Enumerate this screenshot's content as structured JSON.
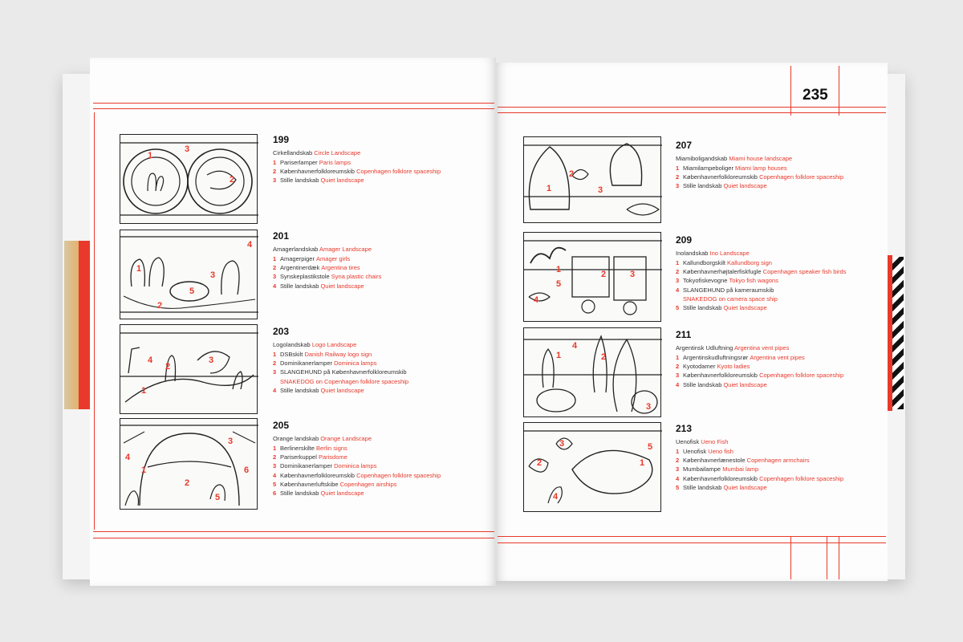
{
  "page_number": "235",
  "entries": [
    {
      "number": "199",
      "title_da": "Cirkellandskab",
      "title_en": "Circle Landscape",
      "items": [
        {
          "n": "1",
          "da": "Pariserlamper",
          "en": "Paris lamps"
        },
        {
          "n": "2",
          "da": "Københavnerfolkloreumskib",
          "en": "Copenhagen folklore spaceship"
        },
        {
          "n": "3",
          "da": "Stille landskab",
          "en": "Quiet landscape"
        }
      ],
      "labels": [
        "1",
        "2",
        "3"
      ]
    },
    {
      "number": "201",
      "title_da": "Amagerlandskab",
      "title_en": "Amager Landscape",
      "items": [
        {
          "n": "1",
          "da": "Amagerpiger",
          "en": "Amager girls"
        },
        {
          "n": "2",
          "da": "Argentinerdæk",
          "en": "Argentina tires"
        },
        {
          "n": "3",
          "da": "Synskeplastikstole",
          "en": "Syna plastic chairs"
        },
        {
          "n": "4",
          "da": "Stille landskab",
          "en": "Quiet landscape"
        }
      ],
      "labels": [
        "1",
        "2",
        "3",
        "4",
        "5"
      ]
    },
    {
      "number": "203",
      "title_da": "Logolandskab",
      "title_en": "Logo Landscape",
      "items": [
        {
          "n": "1",
          "da": "DSBskilt",
          "en": "Danish Railway logo sign"
        },
        {
          "n": "2",
          "da": "Dominikanerlamper",
          "en": "Dominica lamps"
        },
        {
          "n": "3",
          "da": "SLANGEHUND på Københavnerfolkloreumskib",
          "en": ""
        },
        {
          "n": "",
          "da": "",
          "en": "SNAKEDOG on Copenhagen folklore spaceship"
        },
        {
          "n": "4",
          "da": "Stille landskab",
          "en": "Quiet landscape"
        }
      ],
      "labels": [
        "1",
        "2",
        "3",
        "4"
      ]
    },
    {
      "number": "205",
      "title_da": "Orange landskab",
      "title_en": "Orange Landscape",
      "items": [
        {
          "n": "1",
          "da": "Berlinerskilte",
          "en": "Berlin signs"
        },
        {
          "n": "2",
          "da": "Pariserkuppel",
          "en": "Parisdome"
        },
        {
          "n": "3",
          "da": "Dominikanerlamper",
          "en": "Dominica lamps"
        },
        {
          "n": "4",
          "da": "Københavnerfolkloreumskib",
          "en": "Copenhagen folklore spaceship"
        },
        {
          "n": "5",
          "da": "Københavnerluftskibe",
          "en": "Copenhagen airships"
        },
        {
          "n": "6",
          "da": "Stille landskab",
          "en": "Quiet landscape"
        }
      ],
      "labels": [
        "1",
        "2",
        "3",
        "4",
        "5",
        "6"
      ]
    },
    {
      "number": "207",
      "title_da": "Miamiboligandskab",
      "title_en": "Miami house landscape",
      "items": [
        {
          "n": "1",
          "da": "Miamilampeboliger",
          "en": "Miami lamp houses"
        },
        {
          "n": "2",
          "da": "Københavnerfolkloreumskib",
          "en": "Copenhagen folklore spaceship"
        },
        {
          "n": "3",
          "da": "Stille landskab",
          "en": "Quiet landscape"
        }
      ],
      "labels": [
        "1",
        "2",
        "3"
      ]
    },
    {
      "number": "209",
      "title_da": "Inolandskab",
      "title_en": "Ino Landscape",
      "items": [
        {
          "n": "1",
          "da": "Kallundborgskilt",
          "en": "Kallundborg sign"
        },
        {
          "n": "2",
          "da": "Københavnerhøjtalerfiskfugle",
          "en": "Copenhagen speaker fish birds"
        },
        {
          "n": "3",
          "da": "Tokyofiskevogne",
          "en": "Tokyo fish wagons"
        },
        {
          "n": "4",
          "da": "SLANGEHUND på kameraumskib",
          "en": ""
        },
        {
          "n": "",
          "da": "",
          "en": "SNAKEDOG on camera space ship"
        },
        {
          "n": "5",
          "da": "Stille landskab",
          "en": "Quiet landscape"
        }
      ],
      "labels": [
        "1",
        "2",
        "3",
        "4",
        "5"
      ]
    },
    {
      "number": "211",
      "title_da": "Argentinsk Udluftning",
      "title_en": "Argentina vent pipes",
      "items": [
        {
          "n": "1",
          "da": "Argentinskudluftningsrør",
          "en": "Argentina vent pipes"
        },
        {
          "n": "2",
          "da": "Kyotodamer",
          "en": "Kyoto ladies"
        },
        {
          "n": "3",
          "da": "Københavnerfolkloreumskib",
          "en": "Copenhagen folklore spaceship"
        },
        {
          "n": "4",
          "da": "Stille landskab",
          "en": "Quiet landscape"
        }
      ],
      "labels": [
        "1",
        "2",
        "3",
        "4"
      ]
    },
    {
      "number": "213",
      "title_da": "Uenofisk",
      "title_en": "Ueno Fish",
      "items": [
        {
          "n": "1",
          "da": "Uenofisk",
          "en": "Ueno fish"
        },
        {
          "n": "2",
          "da": "Københavnerlænestole",
          "en": "Copenhagen armchairs"
        },
        {
          "n": "3",
          "da": "Mumbailampe",
          "en": "Mumbai lamp"
        },
        {
          "n": "4",
          "da": "Københavnerfolkloreumskib",
          "en": "Copenhagen folklore spaceship"
        },
        {
          "n": "5",
          "da": "Stille landskab",
          "en": "Quiet landscape"
        }
      ],
      "labels": [
        "1",
        "2",
        "3",
        "4",
        "5"
      ]
    }
  ],
  "drawing_label_color": "#e8392b",
  "accent_color": "#e8392b"
}
